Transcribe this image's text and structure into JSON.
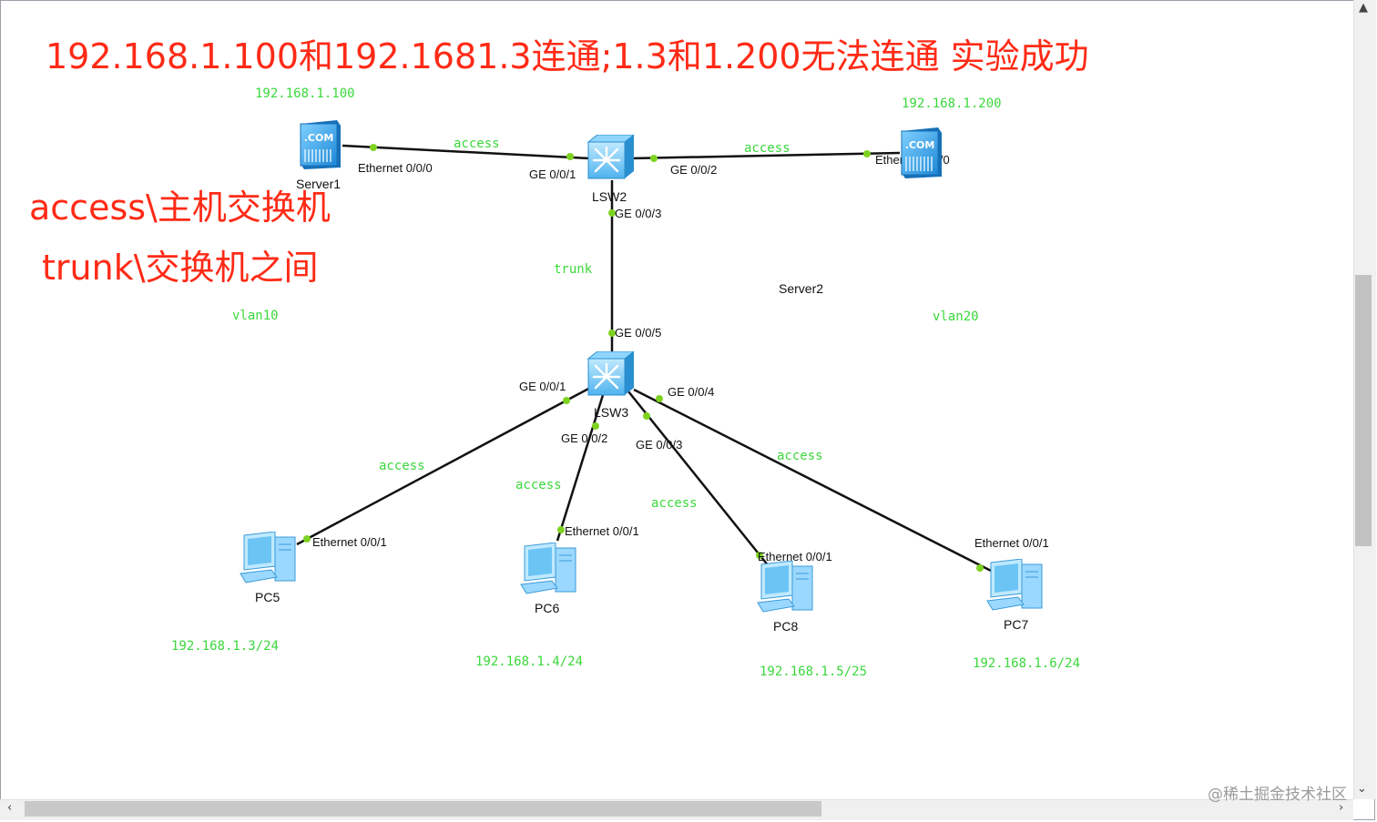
{
  "title": "192.168.1.100和192.1681.3连通;1.3和1.200无法连通 实验成功",
  "notes": {
    "access": "access\\主机交换机",
    "trunk": "trunk\\交换机之间"
  },
  "ip_labels": {
    "server1": "192.168.1.100",
    "server2": "192.168.1.200",
    "pc5": "192.168.1.3/24",
    "pc6": "192.168.1.4/24",
    "pc8": "192.168.1.5/25",
    "pc7": "192.168.1.6/24"
  },
  "vlan_labels": {
    "left": "vlan10",
    "right": "vlan20"
  },
  "link_mode": {
    "s1_lsw2": "access",
    "lsw2_s2": "access",
    "lsw2_lsw3": "trunk",
    "lsw3_pc5": "access",
    "lsw3_pc6": "access",
    "lsw3_pc8": "access",
    "lsw3_pc7": "access"
  },
  "devices": {
    "server1": {
      "name": "Server1",
      "icon": "server-icon",
      "icon_text": ".COM"
    },
    "server2": {
      "name": "Server2",
      "icon": "server-icon",
      "icon_text": ".COM"
    },
    "lsw2": {
      "name": "LSW2",
      "icon": "switch-icon"
    },
    "lsw3": {
      "name": "LSW3",
      "icon": "switch-icon"
    },
    "pc5": {
      "name": "PC5",
      "icon": "pc-icon"
    },
    "pc6": {
      "name": "PC6",
      "icon": "pc-icon"
    },
    "pc8": {
      "name": "PC8",
      "icon": "pc-icon"
    },
    "pc7": {
      "name": "PC7",
      "icon": "pc-icon"
    }
  },
  "ports": {
    "server1_eth": "Ethernet 0/0/0",
    "server2_eth": "Ethernet 0/0/0",
    "lsw2_g1": "GE 0/0/1",
    "lsw2_g2": "GE 0/0/2",
    "lsw2_g3": "GE 0/0/3",
    "lsw3_g5": "GE 0/0/5",
    "lsw3_g1": "GE 0/0/1",
    "lsw3_g2": "GE 0/0/2",
    "lsw3_g3": "GE 0/0/3",
    "lsw3_g4": "GE 0/0/4",
    "pc5_eth": "Ethernet 0/0/1",
    "pc6_eth": "Ethernet 0/0/1",
    "pc8_eth": "Ethernet 0/0/1",
    "pc7_eth": "Ethernet 0/0/1"
  },
  "watermark": "@稀土掘金技术社区",
  "colors": {
    "title_red": "#ff2a16",
    "label_green": "#3bd83b",
    "link_black": "#111111",
    "port_dot": "#7ed321",
    "device_blue": "#3aa8e8"
  }
}
